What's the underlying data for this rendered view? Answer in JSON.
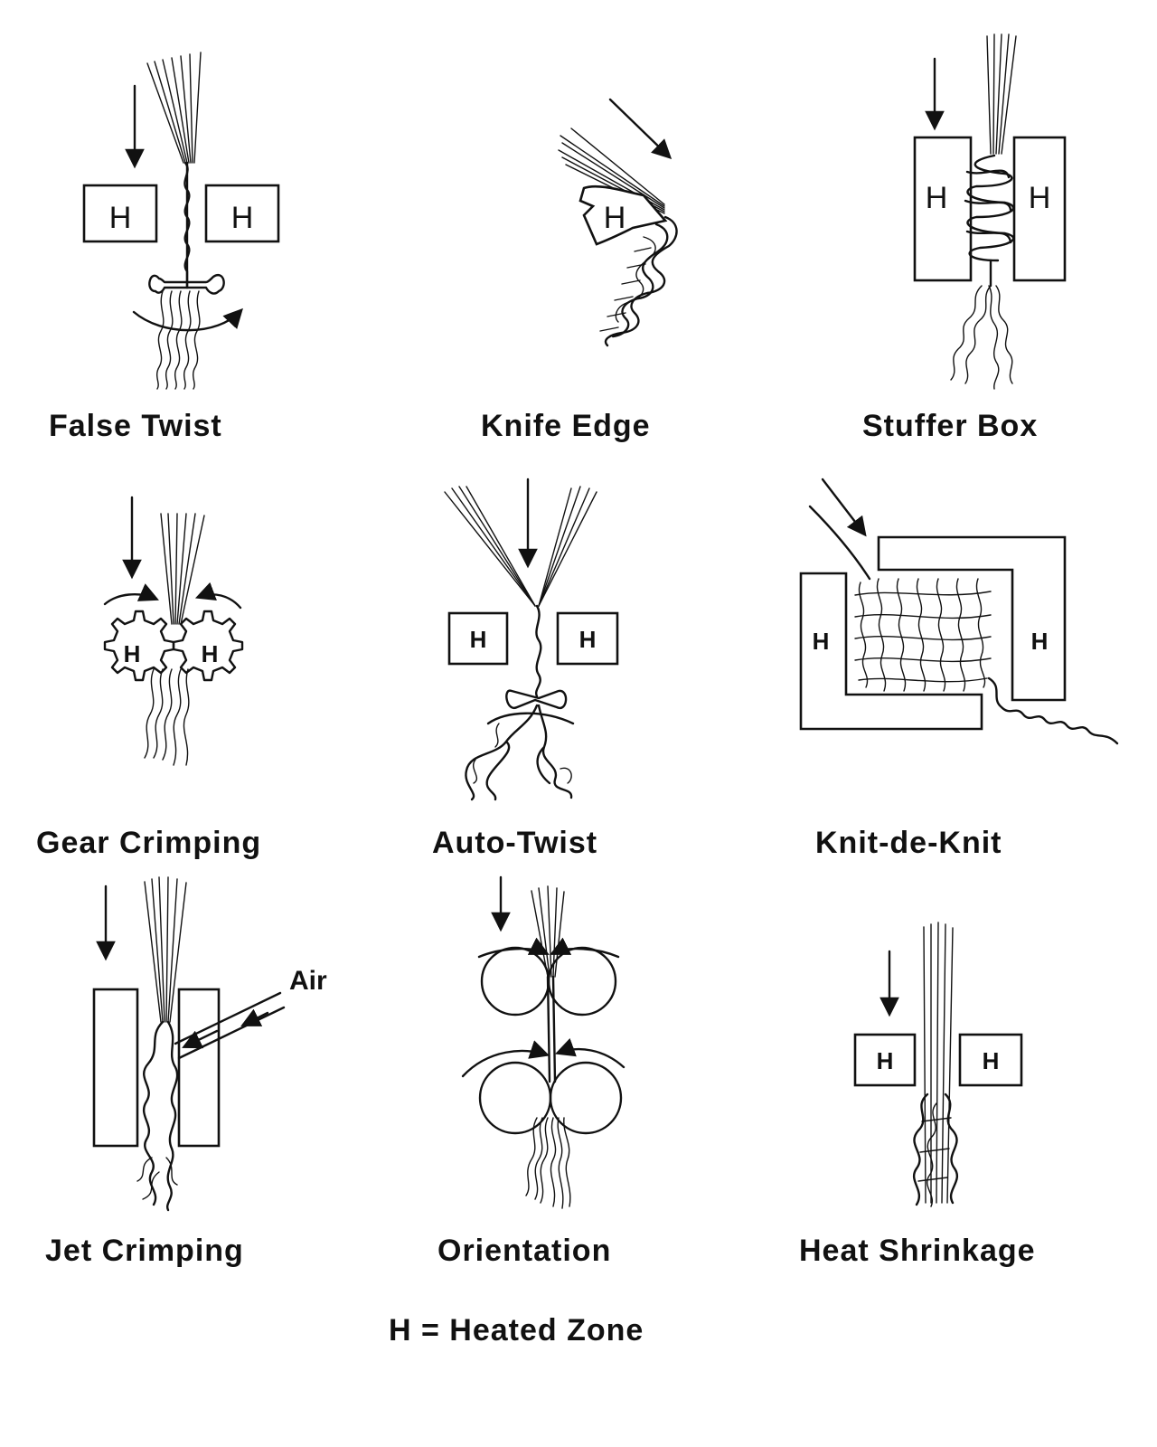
{
  "heat_label": "H",
  "air_label": "Air",
  "captions": {
    "false_twist": "False Twist",
    "knife_edge": "Knife Edge",
    "stuffer_box": "Stuffer Box",
    "gear_crimping": "Gear Crimping",
    "auto_twist": "Auto-Twist",
    "knit_de_knit": "Knit-de-Knit",
    "jet_crimping": "Jet Crimping",
    "orientation": "Orientation",
    "heat_shrinkage": "Heat Shrinkage"
  },
  "legend": "H = Heated Zone",
  "colors": {
    "ink": "#111111",
    "paper": "#ffffff"
  }
}
